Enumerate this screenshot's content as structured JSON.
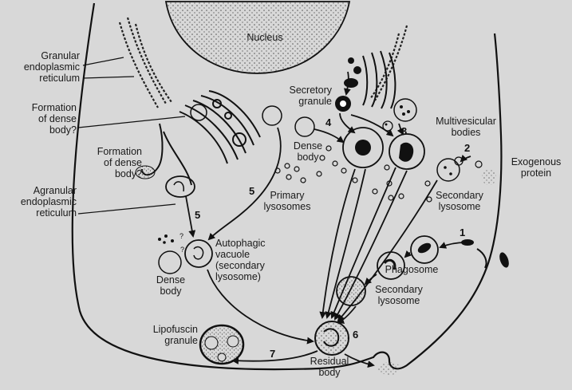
{
  "labels": {
    "nucleus": "Nucleus",
    "granular_er": [
      "Granular",
      "endoplasmic",
      "reticulum"
    ],
    "dense_body_formation_1": [
      "Formation",
      "of dense",
      "body?"
    ],
    "dense_body_formation_2": [
      "Formation",
      "of dense",
      "body?"
    ],
    "agranular_er": [
      "Agranular",
      "endoplasmic",
      "reticulum"
    ],
    "secretory_granule": [
      "Secretory",
      "granule"
    ],
    "dense_body_top": [
      "Dense",
      "body"
    ],
    "multivesicular_bodies": [
      "Multivesicular",
      "bodies"
    ],
    "exogenous_protein": [
      "Exogenous",
      "protein"
    ],
    "primary_lysosomes": [
      "Primary",
      "lysosomes"
    ],
    "secondary_lysosome_right": [
      "Secondary",
      "lysosome"
    ],
    "autophagic_vacuole": [
      "Autophagic",
      "vacuole",
      "(secondary",
      "lysosome)"
    ],
    "dense_body_bottom": [
      "Dense",
      "body"
    ],
    "phagosome": "Phagosome",
    "secondary_lysosome_lower": [
      "Secondary",
      "lysosome"
    ],
    "lipofuscin_granule": [
      "Lipofuscin",
      "granule"
    ],
    "residual_body": [
      "Residual",
      "body"
    ]
  },
  "step_numbers": {
    "n1": "1",
    "n2": "2",
    "n3": "3",
    "n4": "4",
    "n5_upper": "5",
    "n5_lower": "5",
    "n6": "6",
    "n7": "7"
  },
  "colors": {
    "background": "#d8d8d8",
    "ink": "#111111",
    "nucleus_fill": "#bdbdbd"
  }
}
